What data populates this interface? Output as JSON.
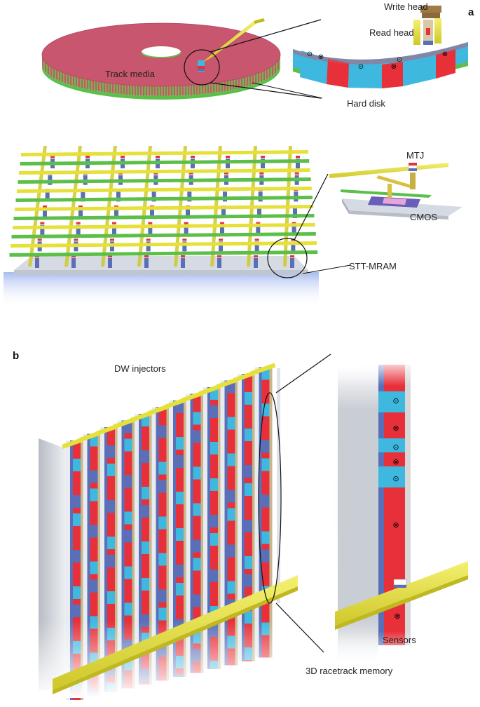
{
  "panels": {
    "a": "a",
    "b": "b"
  },
  "labels": {
    "write_head": "Write head",
    "read_head": "Read head",
    "track_media": "Track media",
    "hard_disk": "Hard disk",
    "mtj": "MTJ",
    "cmos": "CMOS",
    "stt_mram": "STT-MRAM",
    "dw_injectors": "DW injectors",
    "sensors": "Sensors",
    "racetrack": "3D racetrack memory"
  },
  "colors": {
    "disk_red": "#c8566e",
    "disk_green": "#7cc64a",
    "domain_red": "#e8303a",
    "domain_blue": "#3fb8e0",
    "domain_navy": "#5a6fb8",
    "wire_yellow": "#e6e03a",
    "wire_green": "#5cbf4a",
    "substrate": "#d6dbe3",
    "shadow_blue": "#b9c8f0"
  },
  "symbols": {
    "out_of_plane": "⊙",
    "into_plane": "⊗"
  }
}
